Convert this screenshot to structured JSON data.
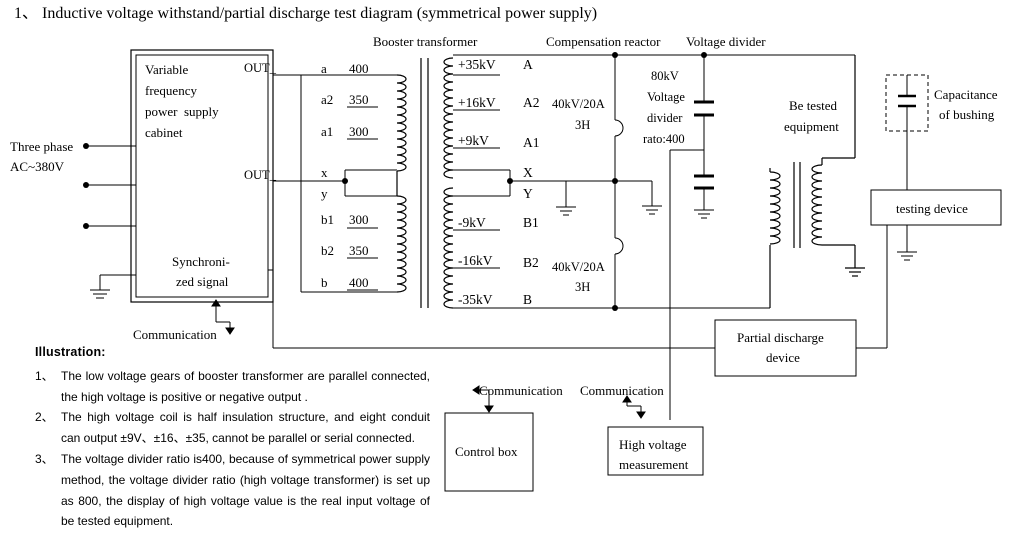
{
  "title": "1、 Inductive voltage withstand/partial discharge test diagram (symmetrical power supply)",
  "labels": {
    "booster_transformer": "Booster transformer",
    "compensation_reactor": "Compensation reactor",
    "voltage_divider": "Voltage divider",
    "cabinet": [
      "Variable",
      "frequency",
      "power  supply",
      "cabinet"
    ],
    "out_top": "OUT_",
    "out_bottom": "OUT_",
    "three_phase": [
      "Three phase",
      "AC~380V"
    ],
    "sync": [
      "Synchroni-",
      "zed signal"
    ],
    "communication_bottom": "Communication",
    "communication_left": "Communication",
    "communication_right": "Communication",
    "control_box": "Control box",
    "hv_measurement": [
      "High voltage",
      "measurement"
    ],
    "pd_device": [
      "Partial discharge",
      "device"
    ],
    "testing_device": "testing device",
    "be_tested": [
      "Be tested",
      "equipment"
    ],
    "bushing": [
      "Capacitance",
      "of bushing"
    ],
    "divider_text": [
      "80kV",
      "Voltage",
      "divider",
      "rato:400"
    ],
    "reactor_top": [
      "40kV/20A",
      "3H"
    ],
    "reactor_bottom": [
      "40kV/20A",
      "3H"
    ]
  },
  "taps_primary": [
    {
      "name": "a",
      "value": "400"
    },
    {
      "name": "a2",
      "value": "350"
    },
    {
      "name": "a1",
      "value": "300"
    },
    {
      "name": "x",
      "value": ""
    },
    {
      "name": "y",
      "value": ""
    },
    {
      "name": "b1",
      "value": "300"
    },
    {
      "name": "b2",
      "value": "350"
    },
    {
      "name": "b",
      "value": "400"
    }
  ],
  "taps_secondary": [
    {
      "kv": "+35kV",
      "name": "A"
    },
    {
      "kv": "+16kV",
      "name": "A2"
    },
    {
      "kv": "+9kV",
      "name": "A1"
    },
    {
      "kv": "",
      "name": "X"
    },
    {
      "kv": "",
      "name": "Y"
    },
    {
      "kv": "-9kV",
      "name": "B1"
    },
    {
      "kv": "-16kV",
      "name": "B2"
    },
    {
      "kv": "-35kV",
      "name": "B"
    }
  ],
  "illustration": {
    "title": "Illustration:",
    "notes": [
      {
        "num": "1、",
        "text": "The low voltage gears of booster transformer are parallel connected, the high voltage is  positive or negative output ."
      },
      {
        "num": "2、",
        "text": "The high voltage coil is half insulation structure, and eight conduit can output ±9V、±16、±35, cannot be parallel or serial connected."
      },
      {
        "num": "3、",
        "text": "The voltage divider ratio is400, because of symmetrical power supply method, the voltage divider ratio (high voltage transformer) is set up as 800, the display of high voltage value is the real input voltage of be tested equipment."
      }
    ]
  }
}
